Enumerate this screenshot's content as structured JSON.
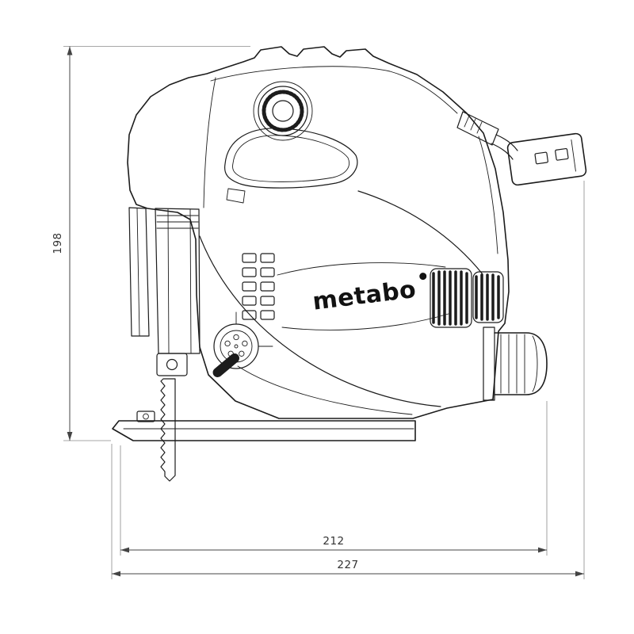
{
  "drawing": {
    "brand_label": "metabo",
    "dimensions": {
      "vertical": "198",
      "horizontal_inner": "212",
      "horizontal_outer": "227"
    },
    "colors": {
      "background": "#ffffff",
      "line": "#1c1c1c",
      "dimension_line": "#444444",
      "dimension_text": "#333333"
    }
  }
}
